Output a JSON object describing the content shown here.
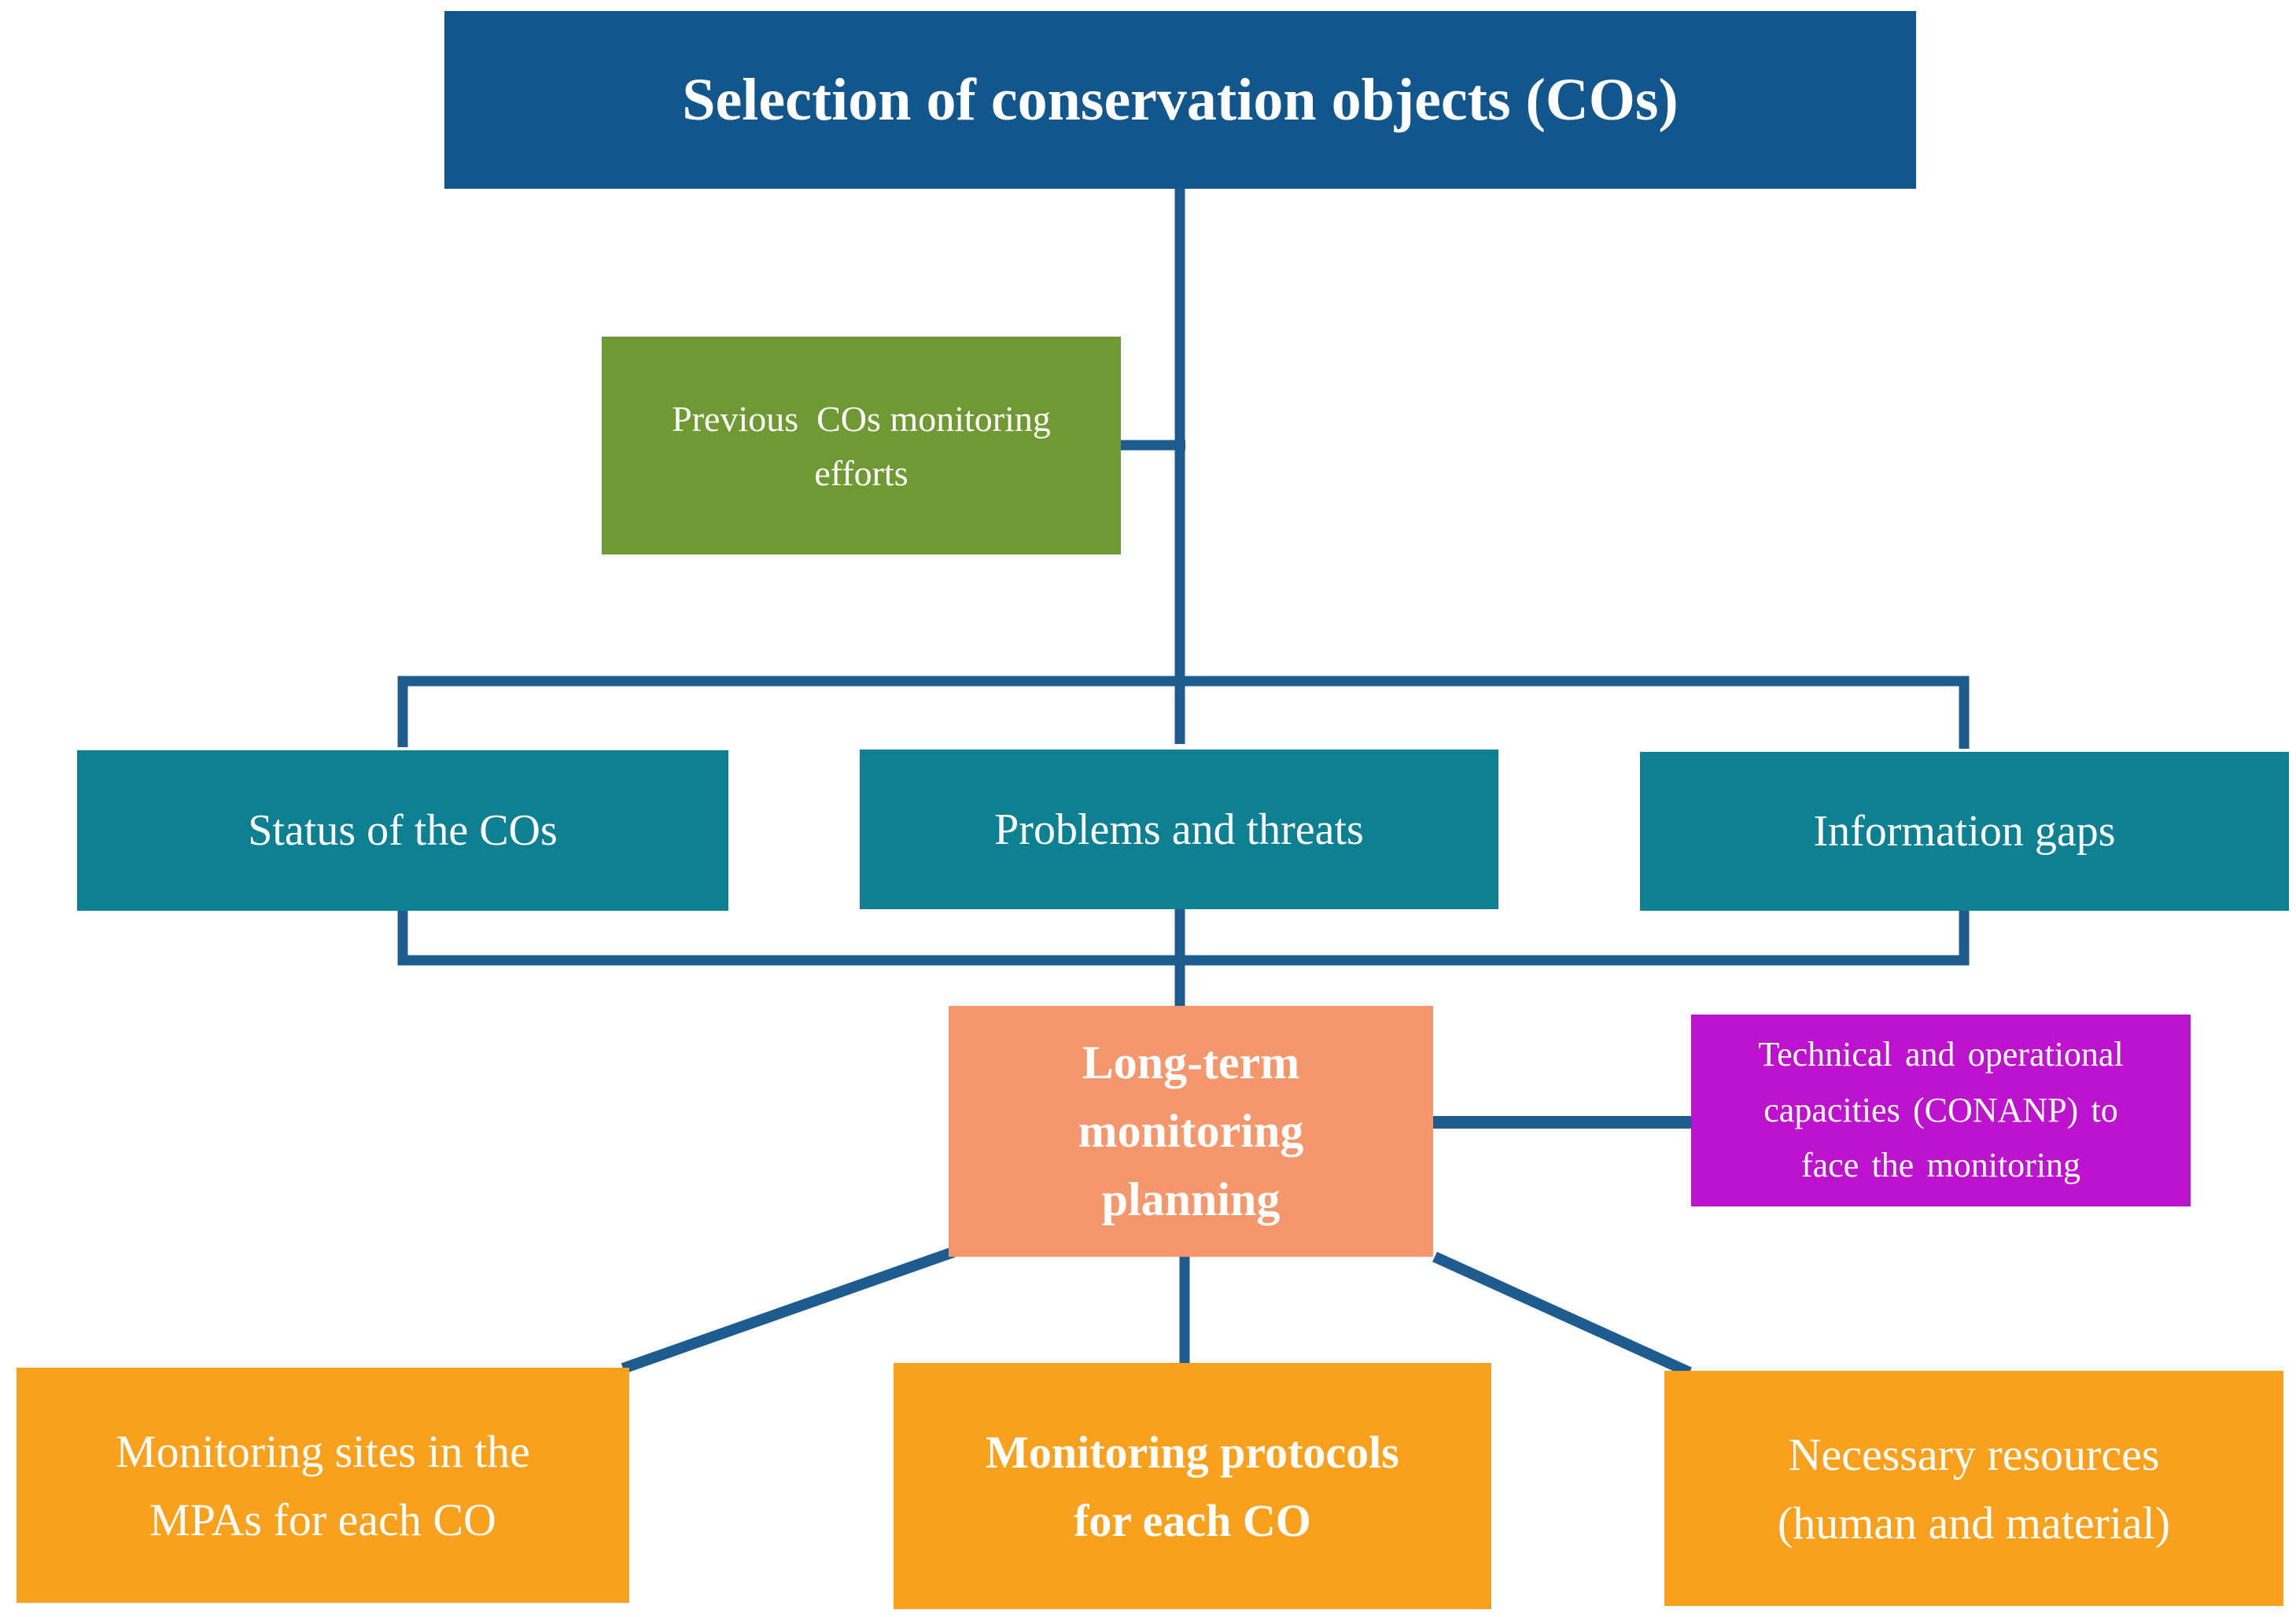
{
  "figure": {
    "type": "flowchart",
    "background": "#FFFFFF",
    "text_color": "#FFFFFF",
    "connector_color": "#1E5C90",
    "nodes": {
      "selection": {
        "label": "Selection of conservation objects (COs)",
        "color": "#12568E"
      },
      "previous_efforts": {
        "label": "Previous  COs monitoring\nefforts",
        "color": "#6F9A33"
      },
      "status": {
        "label": "Status of the COs",
        "color": "#0D8092"
      },
      "problems": {
        "label": "Problems and threats",
        "color": "#0D8092"
      },
      "information_gaps": {
        "label": "Information gaps",
        "color": "#0D8092"
      },
      "planning": {
        "label": "Long-term\nmonitoring\nplanning",
        "color": "#F5976D"
      },
      "capacities": {
        "label": "Technical and operational\ncapacities (CONANP) to\nface the monitoring",
        "color": "#BD13CE"
      },
      "monitoring_sites": {
        "label": "Monitoring sites in the\nMPAs for each CO",
        "color": "#F9A11D"
      },
      "monitoring_protocols": {
        "label": "Monitoring protocols\nfor each CO",
        "color": "#F9A11D"
      },
      "necessary_resources": {
        "label": "Necessary resources\n(human and material)",
        "color": "#F9A11D"
      }
    }
  }
}
